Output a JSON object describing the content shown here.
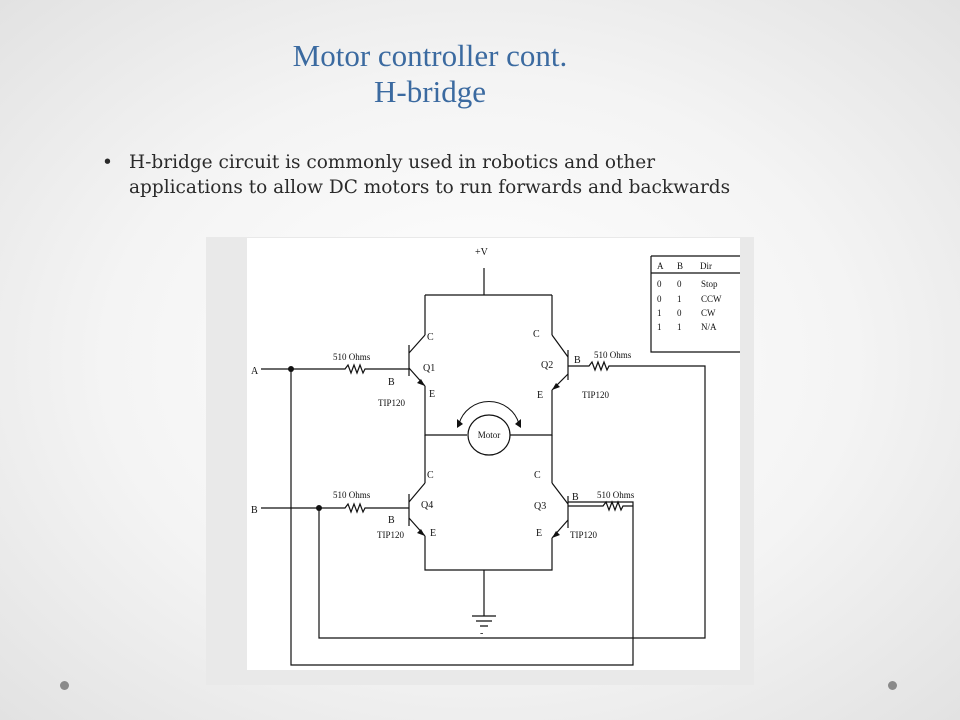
{
  "slide": {
    "title_line1": "Motor controller cont.",
    "title_line2": "H-bridge",
    "bullets": [
      "H-bridge circuit is commonly used in robotics and other applications to allow DC motors to run forwards and backwards"
    ]
  },
  "diagram": {
    "supply": "+V",
    "input_a": "A",
    "input_b": "B",
    "motor": "Motor",
    "transistors": [
      {
        "id": "Q1",
        "part": "TIP120",
        "c": "C",
        "b": "B",
        "e": "E"
      },
      {
        "id": "Q2",
        "part": "TIP120",
        "c": "C",
        "b": "B",
        "e": "E"
      },
      {
        "id": "Q3",
        "part": "TIP120",
        "c": "C",
        "b": "B",
        "e": "E"
      },
      {
        "id": "Q4",
        "part": "TIP120",
        "c": "C",
        "b": "B",
        "e": "E"
      }
    ],
    "resistor_label": "510 Ohms",
    "ground": "-",
    "truth_table": {
      "headers": [
        "A",
        "B",
        "Dir"
      ],
      "rows": [
        [
          "0",
          "0",
          "Stop"
        ],
        [
          "0",
          "1",
          "CCW"
        ],
        [
          "1",
          "0",
          "CW"
        ],
        [
          "1",
          "1",
          "N/A"
        ]
      ]
    }
  }
}
